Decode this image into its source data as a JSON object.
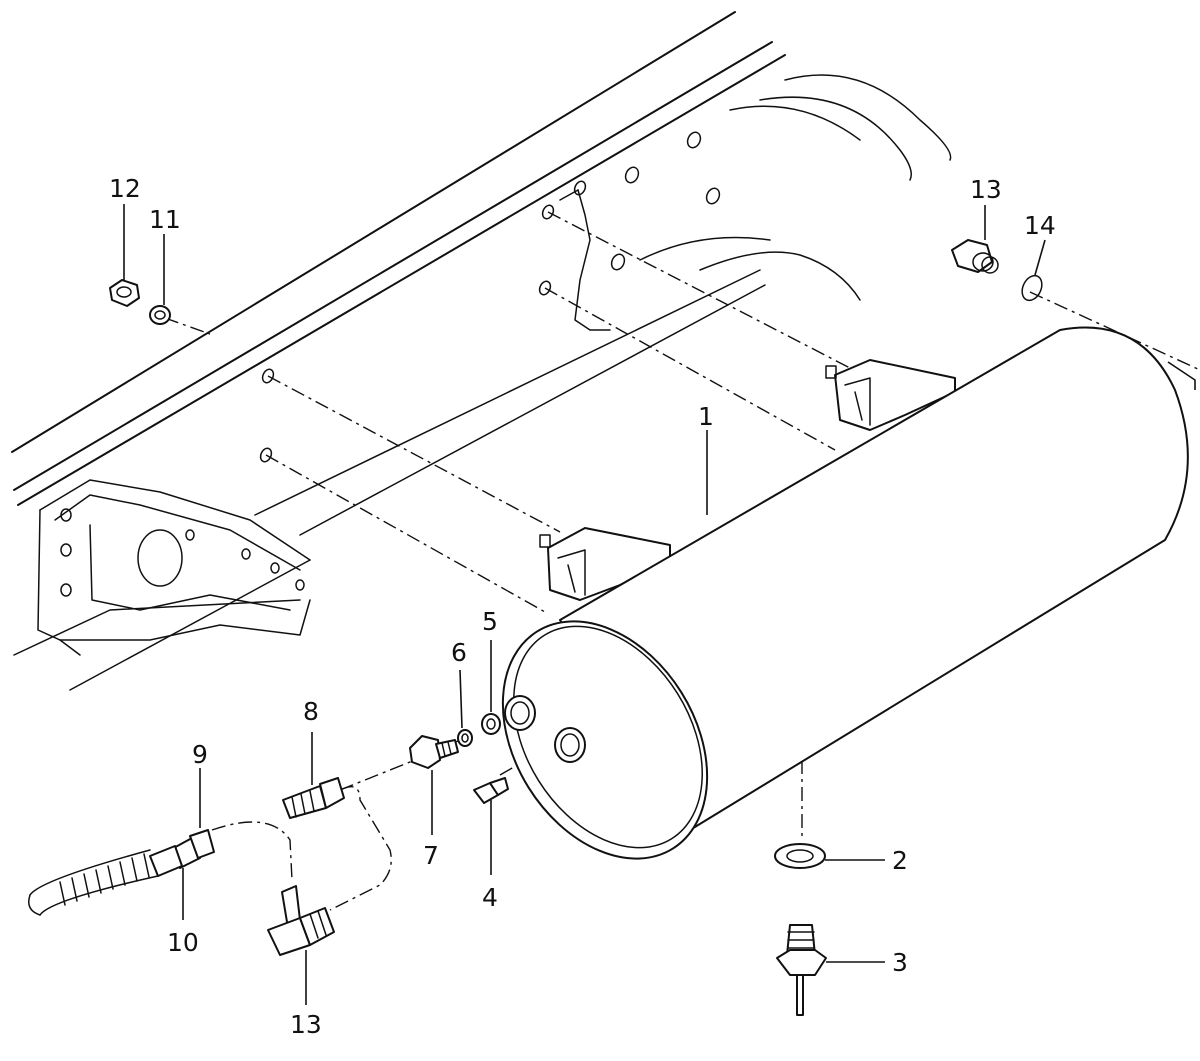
{
  "callouts": {
    "c1": "1",
    "c2": "2",
    "c3": "3",
    "c4": "4",
    "c5": "5",
    "c6": "6",
    "c7": "7",
    "c8": "8",
    "c9": "9",
    "c10": "10",
    "c11": "11",
    "c12": "12",
    "c13_top": "13",
    "c13_bottom": "13",
    "c14": "14"
  },
  "colors": {
    "line": "#111111",
    "background": "#ffffff"
  }
}
